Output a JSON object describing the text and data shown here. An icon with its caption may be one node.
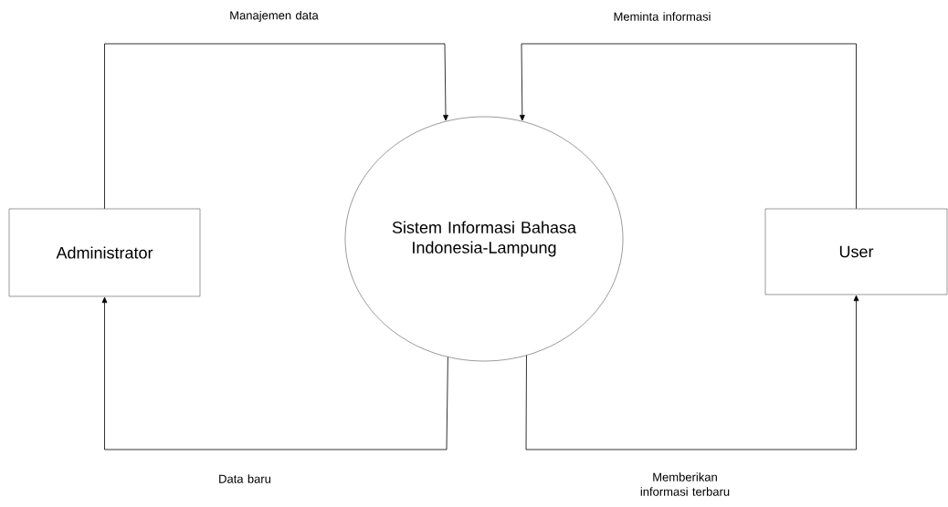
{
  "diagram": {
    "nodes": [
      {
        "text": [
          "Administrator"
        ]
      },
      {
        "text": [
          "Sistem Informasi Bahasa Indonesia-Lampung"
        ]
      },
      {
        "text": [
          "User"
        ]
      }
    ],
    "edges": [
      {
        "from": 0,
        "to": 1,
        "arrow": "to",
        "label": "Manajemen data"
      },
      {
        "from": 2,
        "to": 1,
        "arrow": "to",
        "label": "Meminta informasi"
      },
      {
        "from": 1,
        "to": 0,
        "arrow": "to",
        "label": "Data baru"
      },
      {
        "from": 1,
        "to": 2,
        "arrow": "to",
        "label": "Memberikan informasi terbaru"
      }
    ]
  }
}
